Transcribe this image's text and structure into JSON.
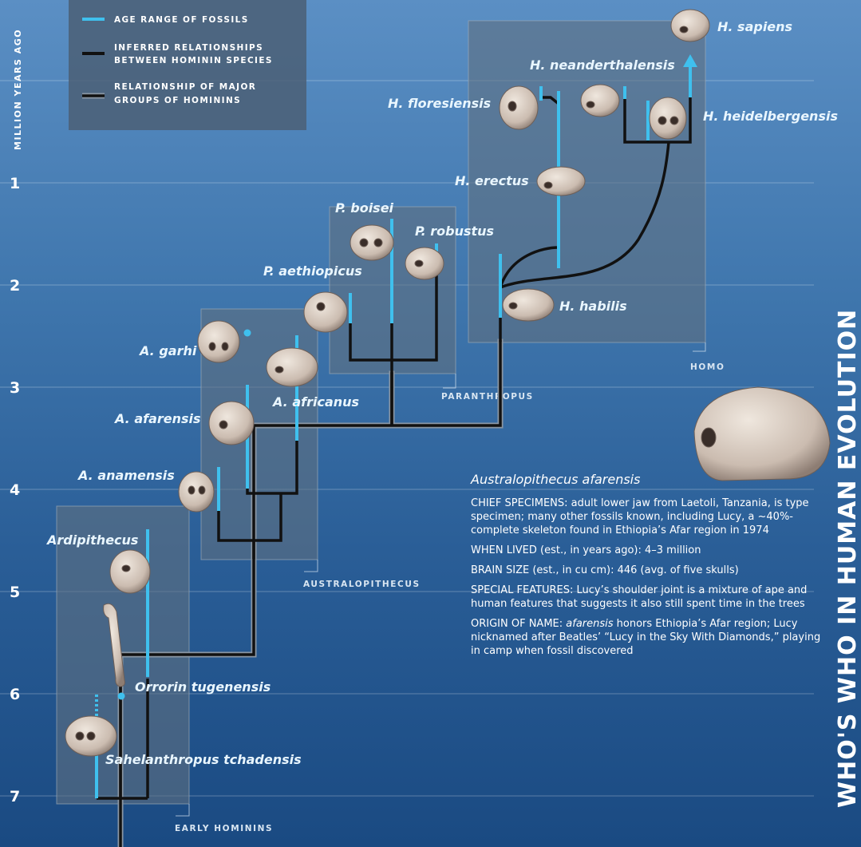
{
  "axis": {
    "label": "MILLION YEARS AGO",
    "ticks": [
      "1",
      "2",
      "3",
      "4",
      "5",
      "6",
      "7"
    ]
  },
  "side_title": "WHO'S WHO IN HUMAN EVOLUTION",
  "legend": {
    "age_range": "AGE RANGE OF FOSSILS",
    "inferred_line1": "INFERRED RELATIONSHIPS",
    "inferred_line2": "BETWEEN HOMININ SPECIES",
    "major_line1": "RELATIONSHIP OF MAJOR",
    "major_line2": "GROUPS OF HOMININS"
  },
  "groups": {
    "early": "EARLY HOMININS",
    "australopithecus": "AUSTRALOPITHECUS",
    "paranthropus": "PARANTHROPUS",
    "homo": "HOMO"
  },
  "species": {
    "h_sapiens": "H. sapiens",
    "h_neanderthalensis": "H. neanderthalensis",
    "h_floresiensis": "H. floresiensis",
    "h_heidelbergensis": "H. heidelbergensis",
    "h_erectus": "H. erectus",
    "h_habilis": "H. habilis",
    "p_boisei": "P. boisei",
    "p_robustus": "P. robustus",
    "p_aethiopicus": "P. aethiopicus",
    "a_garhi": "A. garhi",
    "a_africanus": "A. africanus",
    "a_afarensis": "A. afarensis",
    "a_anamensis": "A. anamensis",
    "ardipithecus": "Ardipithecus",
    "orrorin": "Orrorin tugenensis",
    "sahelanthropus": "Sahelanthropus tchadensis"
  },
  "info": {
    "title": "Australopithecus afarensis",
    "chief": "CHIEF SPECIMENS: adult lower jaw from Laetoli, Tanzania, is type specimen; many other fossils known, including Lucy, a ~40%-complete skeleton found in Ethiopia’s Afar region in 1974",
    "when": "WHEN LIVED (est., in years ago): 4–3 million",
    "brain": "BRAIN SIZE (est., in cu cm): 446 (avg. of five skulls)",
    "special": "SPECIAL FEATURES: Lucy’s shoulder joint is a mixture of ape and human features that suggests it also still spent time in the trees",
    "origin_prefix": "ORIGIN OF NAME: ",
    "origin_italic": "afarensis",
    "origin_rest": " honors Ethiopia’s Afar region; Lucy nicknamed after Beatles’ “Lucy in the Sky With Diamonds,” playing in camp when fossil discovered"
  },
  "colors": {
    "fossil_range": "#3fc0ee",
    "relationship": "#111111",
    "group_box": "#5f6f80",
    "skull": "#d9cfc4"
  }
}
